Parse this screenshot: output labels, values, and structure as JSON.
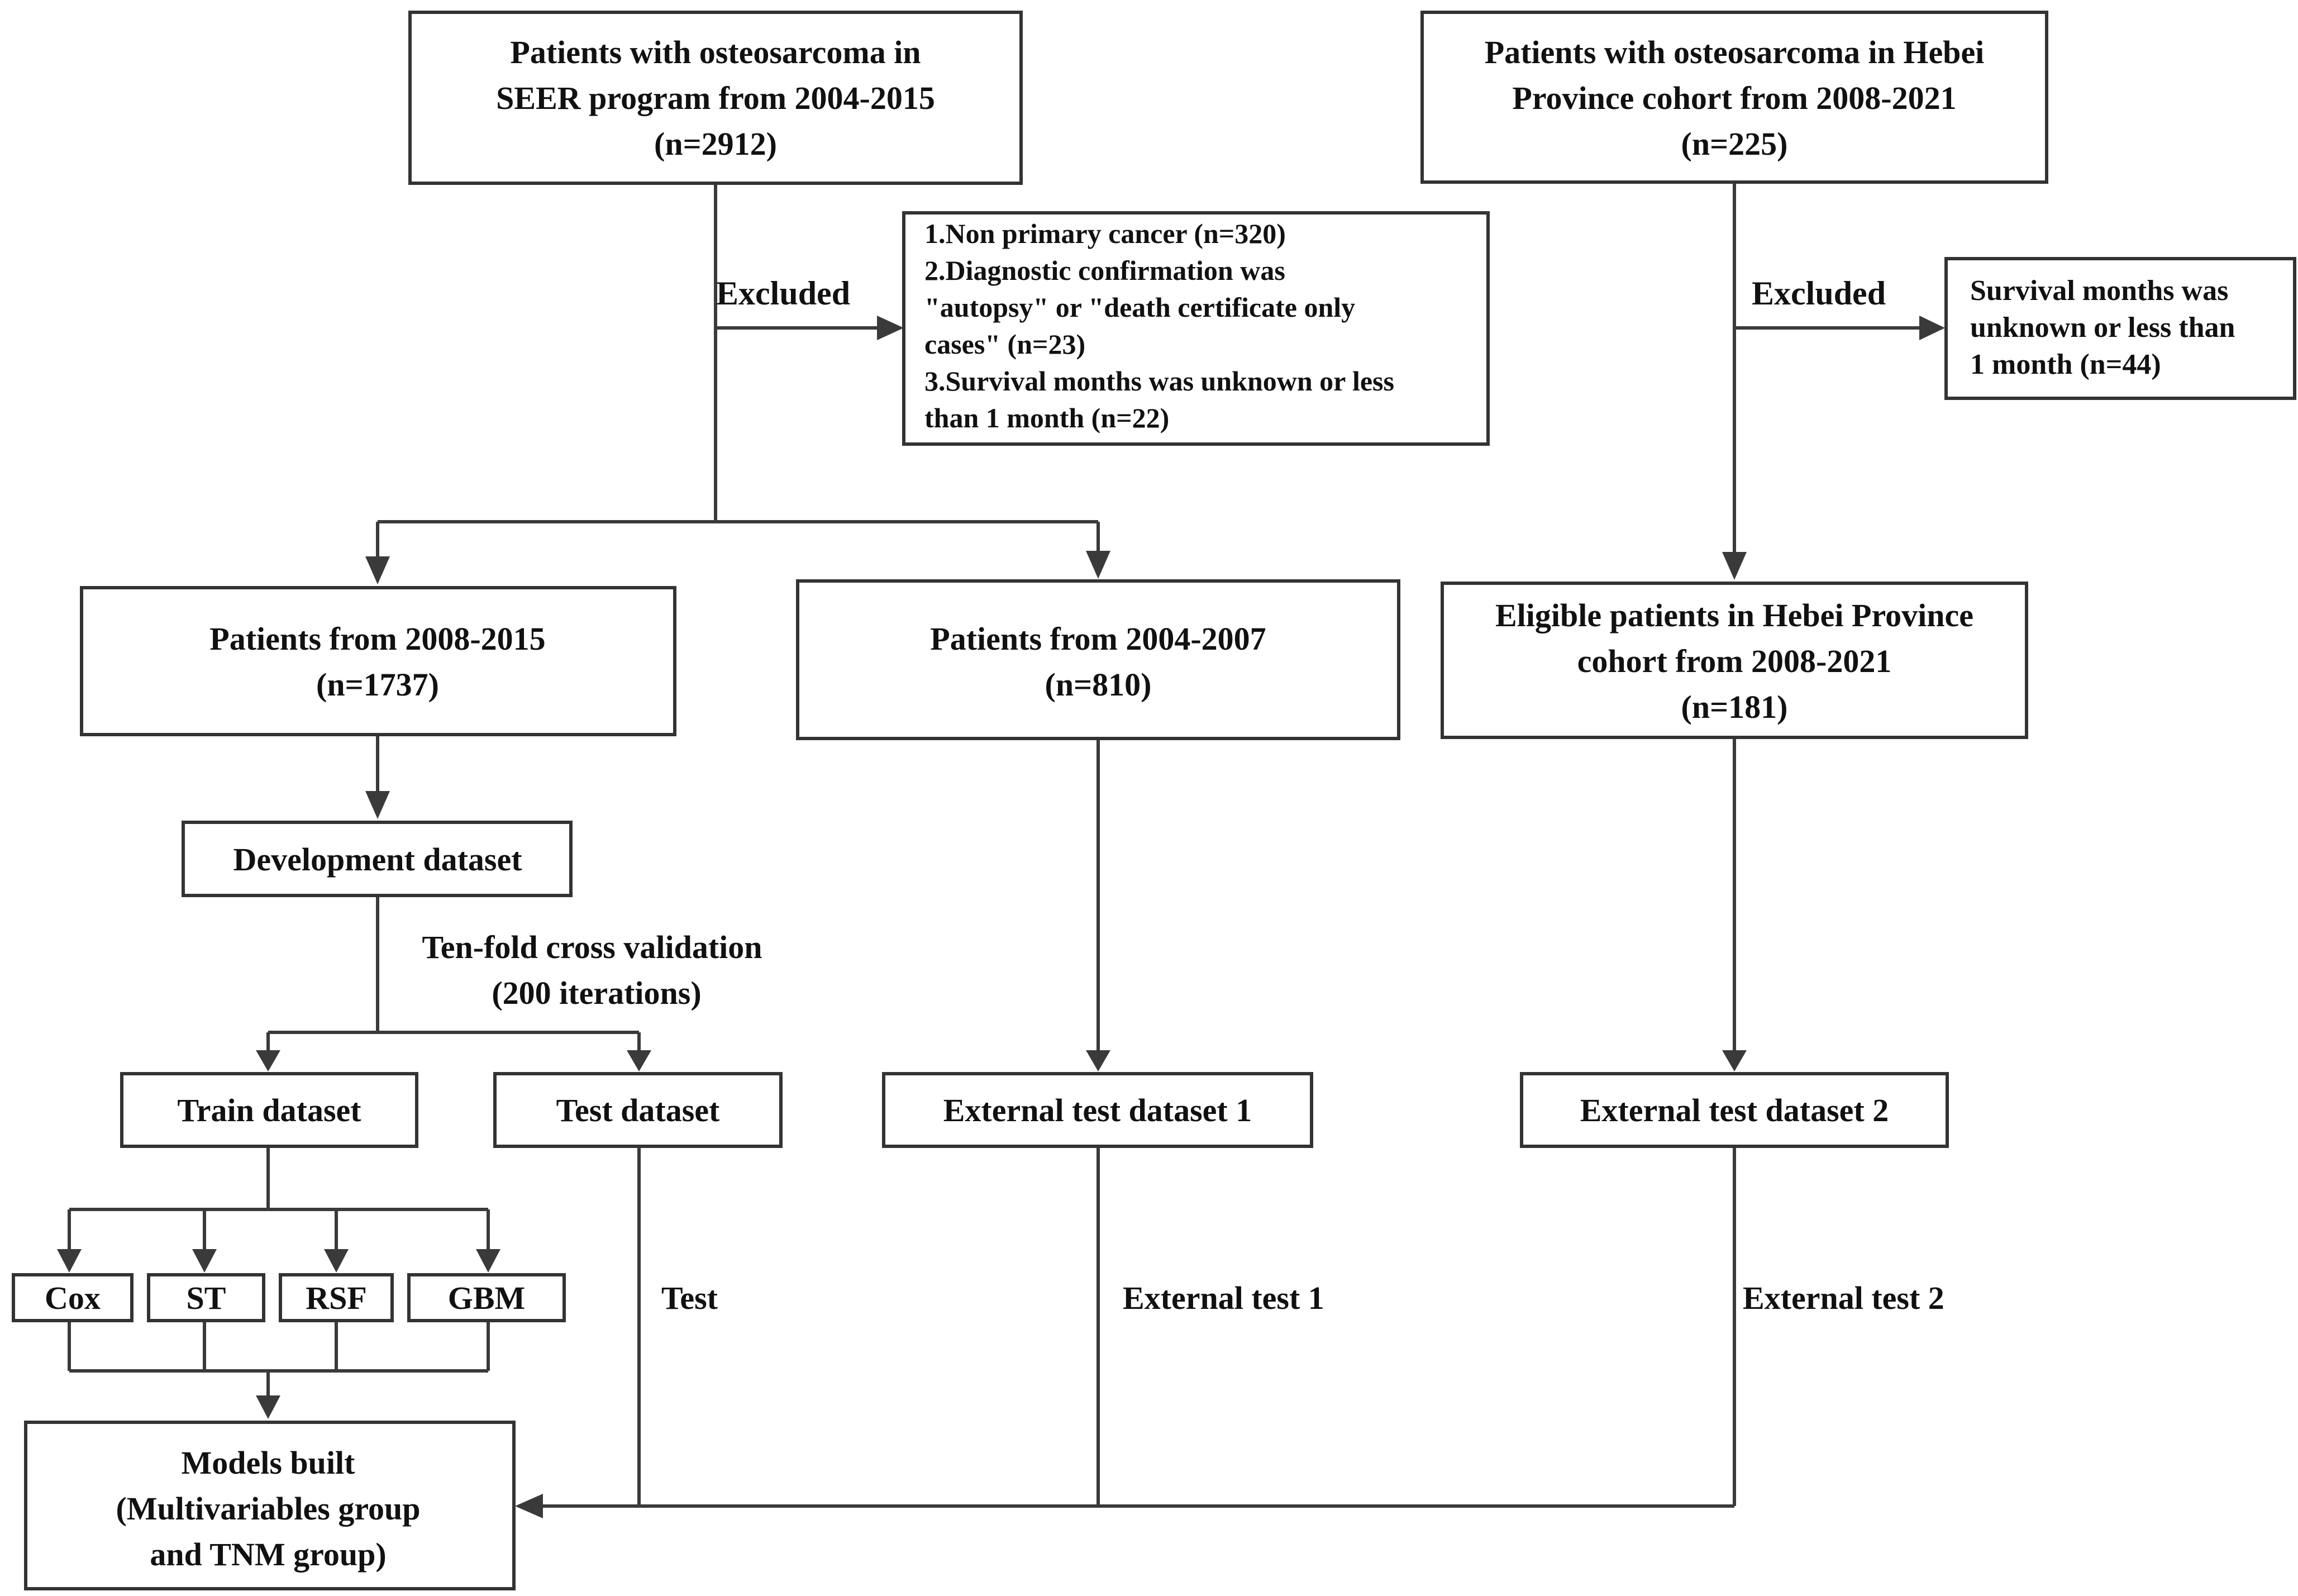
{
  "seer": {
    "line1": "Patients with osteosarcoma in",
    "line2": "SEER program from 2004-2015",
    "line3": "(n=2912)"
  },
  "hebei": {
    "line1": "Patients with osteosarcoma in Hebei",
    "line2": "Province cohort from 2008-2021",
    "line3": "(n=225)"
  },
  "excluded_label_1": "Excluded",
  "excluded_label_2": "Excluded",
  "exclusion_1": {
    "line1": "1.Non primary cancer (n=320)",
    "line2": "2.Diagnostic confirmation was",
    "line3": "\"autopsy\" or \"death certificate only",
    "line4": "cases\" (n=23)",
    "line5": "3.Survival months was unknown or less",
    "line6": "than 1 month (n=22)"
  },
  "exclusion_2": {
    "line1": "Survival months was",
    "line2": "unknown or less than",
    "line3": "1 month (n=44)"
  },
  "p2008": {
    "line1": "Patients from 2008-2015",
    "line2": "(n=1737)"
  },
  "p2004": {
    "line1": "Patients from 2004-2007",
    "line2": "(n=810)"
  },
  "eligible": {
    "line1": "Eligible patients in Hebei Province",
    "line2": "cohort from 2008-2021",
    "line3": "(n=181)"
  },
  "development": "Development dataset",
  "cv": {
    "line1": "Ten-fold cross validation",
    "line2": "(200 iterations)"
  },
  "train": "Train dataset",
  "test": "Test dataset",
  "ext1": "External test dataset 1",
  "ext2": "External test dataset 2",
  "models": {
    "cox": "Cox",
    "st": "ST",
    "rsf": "RSF",
    "gbm": "GBM"
  },
  "edge_labels": {
    "test": "Test",
    "ext1": "External test 1",
    "ext2": "External test 2"
  },
  "built": {
    "line1": "Models built",
    "line2": "(Multivariables group",
    "line3": "and TNM group)"
  }
}
